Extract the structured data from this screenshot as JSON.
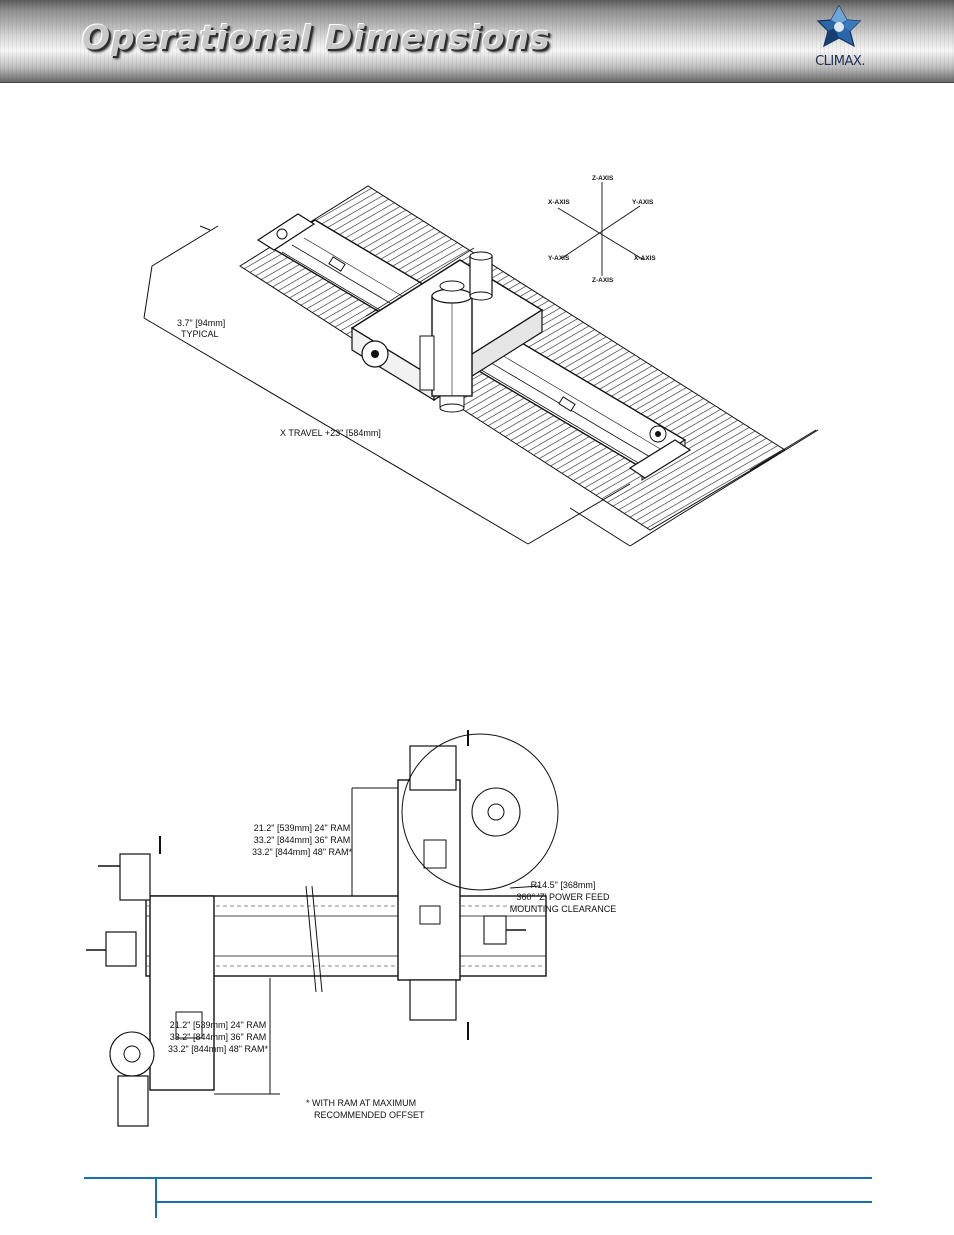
{
  "header": {
    "title": "Operational Dimensions",
    "logo_text": "CLIMAX."
  },
  "isometric_view": {
    "axis_labels": {
      "z_top": "Z-AXIS",
      "z_bottom": "Z-AXIS",
      "x_left": "X-AXIS",
      "x_right": "X-AXIS",
      "y_right": "Y-AXIS",
      "y_left": "Y-AXIS"
    },
    "dim_typical_line1": "3.7\" [94mm]",
    "dim_typical_line2": "TYPICAL",
    "dim_x_travel": "X TRAVEL +23\" [584mm]"
  },
  "plan_view": {
    "upper_dim": [
      "21.2\" [539mm] 24\" RAM",
      "33.2\" [844mm] 36\" RAM",
      "33.2\" [844mm] 48\" RAM*"
    ],
    "lower_dim": [
      "21.2\" [539mm] 24\" RAM",
      "33.2\" [844mm] 36\" RAM",
      "33.2\" [844mm] 48\" RAM*"
    ],
    "radius_note": [
      "R14.5\" [368mm]",
      "360° 'Z' POWER FEED",
      "MOUNTING CLEARANCE"
    ],
    "footnote": [
      "* WITH RAM AT MAXIMUM",
      "RECOMMENDED OFFSET"
    ]
  },
  "colors": {
    "footer_rule": "#1a6fb4",
    "logo_blue": "#1d4e8f"
  }
}
